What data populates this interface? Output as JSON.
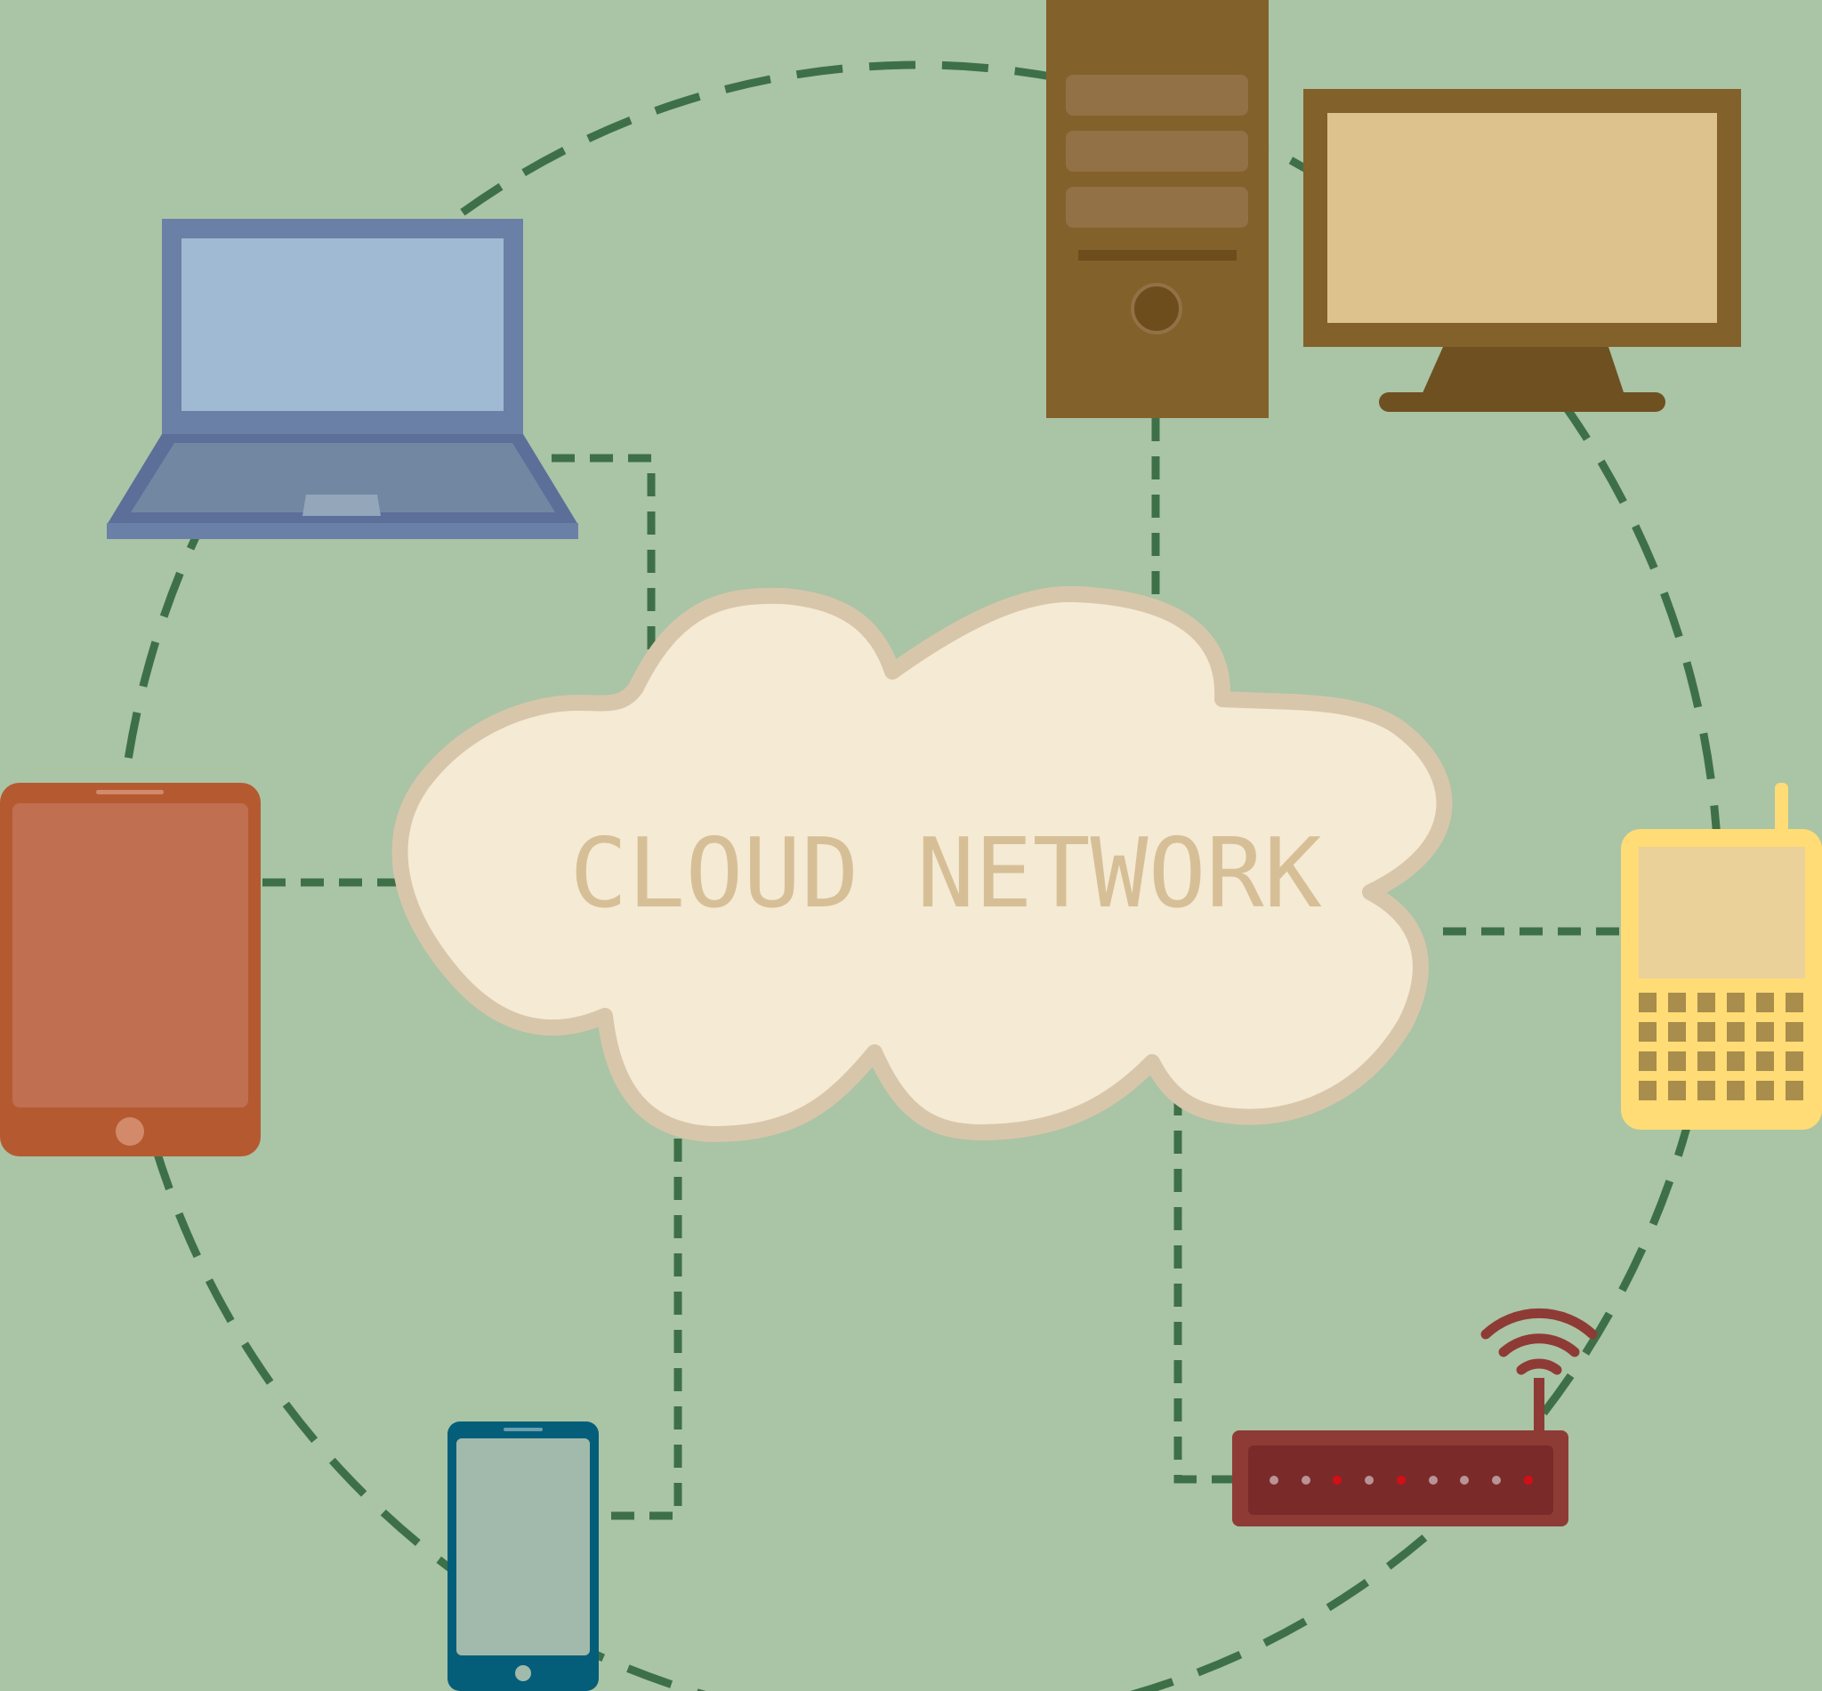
{
  "cloud": {
    "label": "CLOUD NETWORK",
    "fill_color": "#f5ead3",
    "outline_color": "#d8c6ab",
    "text_color": "#d6bf97"
  },
  "colors": {
    "background": "#aac4a6",
    "connector": "#3e7048"
  },
  "devices": [
    {
      "id": "laptop",
      "icon": "laptop-icon",
      "colors": {
        "body": "#6b80a6",
        "screen": "#a1bad3"
      }
    },
    {
      "id": "tower",
      "icon": "desktop-tower-icon",
      "colors": {
        "body": "#83612a",
        "bays": "#937146"
      }
    },
    {
      "id": "monitor",
      "icon": "monitor-icon",
      "colors": {
        "frame": "#83612a",
        "screen": "#dec28e"
      }
    },
    {
      "id": "tablet",
      "icon": "tablet-icon",
      "colors": {
        "body": "#b55a30",
        "screen": "#c06f51"
      }
    },
    {
      "id": "cell-phone",
      "icon": "cell-phone-icon",
      "colors": {
        "body": "#ffdc75",
        "screen": "#ead19a",
        "keys": "#a88d4c"
      }
    },
    {
      "id": "smartphone",
      "icon": "smartphone-icon",
      "colors": {
        "body": "#045e7a",
        "screen": "#a2baab"
      }
    },
    {
      "id": "router",
      "icon": "wifi-router-icon",
      "colors": {
        "body": "#8e3b36",
        "panel": "#7b2a2a",
        "leds": "#d40e14"
      }
    }
  ]
}
